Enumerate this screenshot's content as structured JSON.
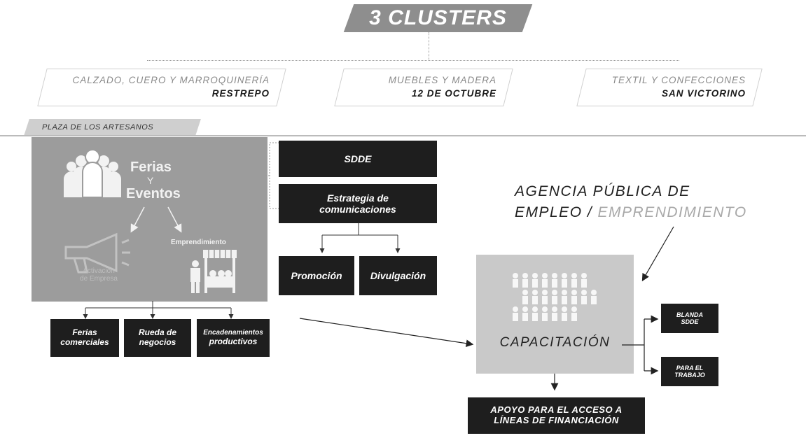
{
  "title": "3 CLUSTERS",
  "clusters": [
    {
      "sub": "CALZADO, CUERO Y MARROQUINERÍA",
      "main": "RESTREPO"
    },
    {
      "sub": "MUEBLES Y MADERA",
      "main": "12 DE OCTUBRE"
    },
    {
      "sub": "TEXTIL Y CONFECCIONES",
      "main": "SAN VICTORINO"
    }
  ],
  "plaza_label": "PLAZA DE LOS ARTESANOS",
  "ferias_panel": {
    "line1": "Ferias",
    "line2": "Y",
    "line3": "Eventos",
    "left_label_1": "Activación",
    "left_label_2": "de Empresa",
    "right_label": "Emprendimiento",
    "people_icon": "people-group-icon",
    "megaphone_icon": "megaphone-icon",
    "market_icon": "market-stall-icon"
  },
  "bottom_boxes": [
    {
      "line1": "Ferias",
      "line2": "comerciales"
    },
    {
      "line1": "Rueda de",
      "line2": "negocios"
    },
    {
      "line1": "Encadenamientos",
      "line2": "productivos"
    }
  ],
  "sdde": "SDDE",
  "estrategia": {
    "line1": "Estrategia de",
    "line2": "comunicaciones"
  },
  "promocion": "Promoción",
  "divulgacion": "Divulgación",
  "agency": {
    "line1": "AGENCIA PÚBLICA DE",
    "line2a": "EMPLEO /",
    "line2b": "EMPRENDIMIENTO"
  },
  "capacitacion": "CAPACITACIÓN",
  "cap_icon": "crowd-icon",
  "blanda": {
    "line1": "BLANDA",
    "line2": "SDDE"
  },
  "para_trabajo": {
    "line1": "PARA EL",
    "line2": "TRABAJO"
  },
  "apoyo": {
    "line1": "APOYO PARA EL ACCESO A",
    "line2": "LÍNEAS DE FINANCIACIÓN"
  },
  "colors": {
    "dark": "#1e1e1e",
    "panel_grey": "#9c9c9c",
    "cap_grey": "#c9c9c9",
    "banner_grey": "#8e8e8e"
  }
}
